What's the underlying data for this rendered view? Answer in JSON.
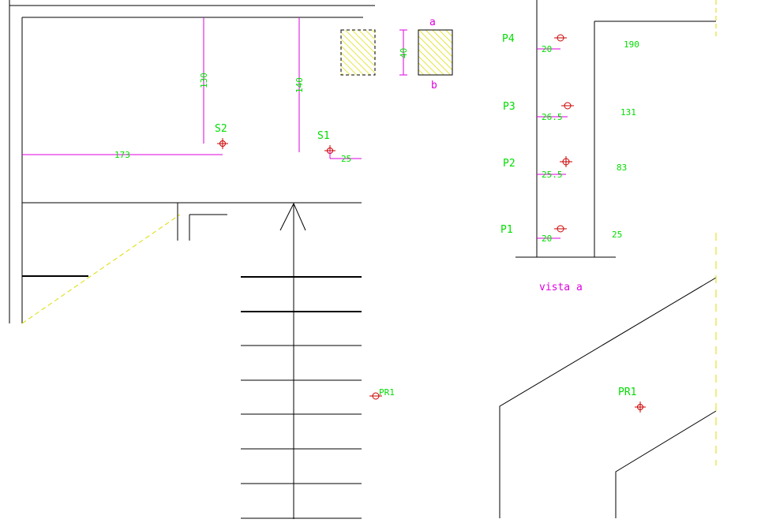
{
  "colors": {
    "line": "#000000",
    "dimension_line": "#dd00dd",
    "dimension_text": "#00dd00",
    "marker": "#cc0000",
    "hatch": "#dddd00"
  },
  "plan": {
    "dim_173": "173",
    "dim_130": "130",
    "dim_140": "140",
    "dim_40": "40",
    "dim_25": "25",
    "point_s1": "S1",
    "point_s2": "S2",
    "point_pr1": "PR1",
    "section_a": "a",
    "section_b": "b"
  },
  "elevation": {
    "points": [
      {
        "label": "P4",
        "offset": "20",
        "height": "190"
      },
      {
        "label": "P3",
        "offset": "26.5",
        "height": "131"
      },
      {
        "label": "P2",
        "offset": "25.5",
        "height": "83"
      },
      {
        "label": "P1",
        "offset": "20",
        "height": "25"
      }
    ],
    "caption": "vista a"
  },
  "detail": {
    "point_pr1": "PR1"
  }
}
